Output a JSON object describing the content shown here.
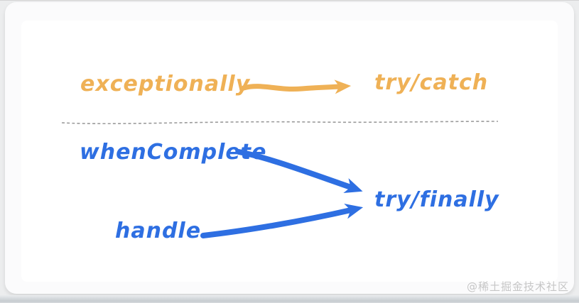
{
  "colors": {
    "orange": "#EFB156",
    "blue": "#2E6FE2",
    "divider": "#9A9A9A",
    "watermark": "#C6C6C6",
    "stage_bg": "#ECEDEE",
    "card_bg": "#FBFBFC",
    "panel_bg": "#FFFFFF"
  },
  "diagram": {
    "top": {
      "source": "exceptionally",
      "target": "try/catch"
    },
    "bottom": {
      "sources": [
        "whenComplete",
        "handle"
      ],
      "target": "try/finally"
    }
  },
  "watermark": {
    "text": "@稀土掘金技术社区"
  }
}
